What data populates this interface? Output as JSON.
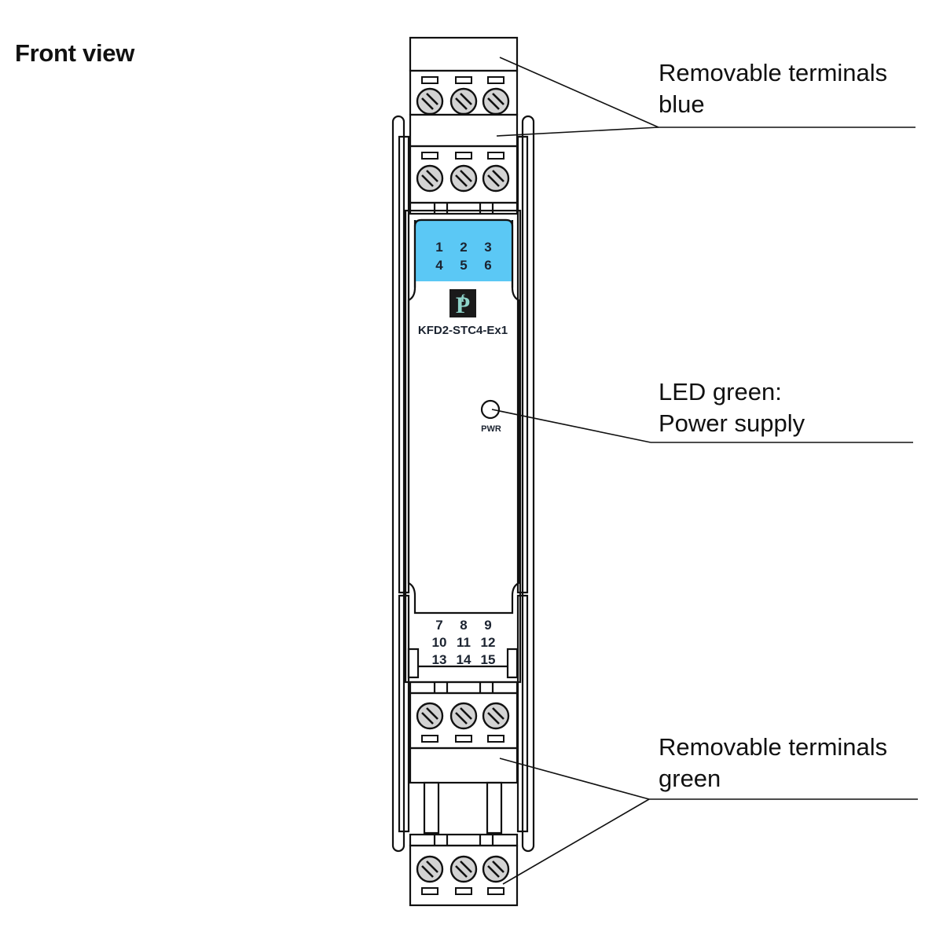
{
  "title": "Front view",
  "device": {
    "model": "KFD2-STC4-Ex1",
    "led_label": "PWR",
    "top_terminal_numbers": [
      "1 2 3",
      "4 5 6"
    ],
    "top_terminal_rows": [
      [
        "1",
        "2",
        "3"
      ],
      [
        "4",
        "5",
        "6"
      ]
    ],
    "bottom_terminal_rows": [
      [
        "7",
        "8",
        "9"
      ],
      [
        "10",
        "11",
        "12"
      ],
      [
        "13",
        "14",
        "15"
      ]
    ],
    "logo": "pf-logo"
  },
  "callouts": [
    {
      "id": "blue-terminals",
      "lines": [
        "Removable terminals",
        "blue"
      ]
    },
    {
      "id": "led",
      "lines": [
        "LED green:",
        "Power supply"
      ]
    },
    {
      "id": "green-terminals",
      "lines": [
        "Removable terminals",
        "green"
      ]
    }
  ],
  "colors": {
    "blue_terminal": "#5bc8f5",
    "housing": "#8fd4ca",
    "led": "#1aa99a",
    "screw": "#d3d3d3",
    "outline": "#111111"
  }
}
